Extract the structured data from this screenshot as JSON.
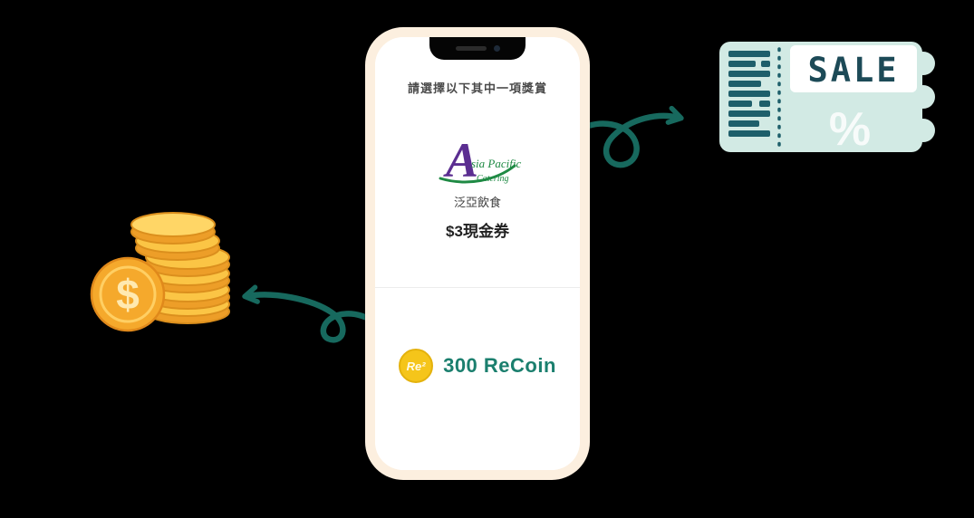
{
  "colors": {
    "accent_teal": "#17695E",
    "coupon_mint": "#D2EAE4",
    "coupon_dark": "#1E5F6B",
    "sale_text": "#1C4A57",
    "coin_gold": "#F5A92C",
    "coin_gold_light": "#FBC545",
    "recoin_yellow": "#F5C51A",
    "recoin_text": "#1B7F6E",
    "phone_frame": "#FCEFDF",
    "logo_purple": "#5B2E91",
    "logo_green": "#1F8A44"
  },
  "phone": {
    "title": "請選擇以下其中一項獎賞",
    "voucher_option": {
      "logo": {
        "initial": "A",
        "name_rest": "sia Pacific",
        "subtitle": "Catering"
      },
      "brand_name": "泛亞飲食",
      "label": "$3現金券"
    },
    "recoin_option": {
      "coin_label": "Re²",
      "label": "300 ReCoin"
    }
  },
  "coupon": {
    "sale_label": "SALE",
    "percent_label": "%"
  },
  "coins": {
    "dollar_label": "$"
  }
}
